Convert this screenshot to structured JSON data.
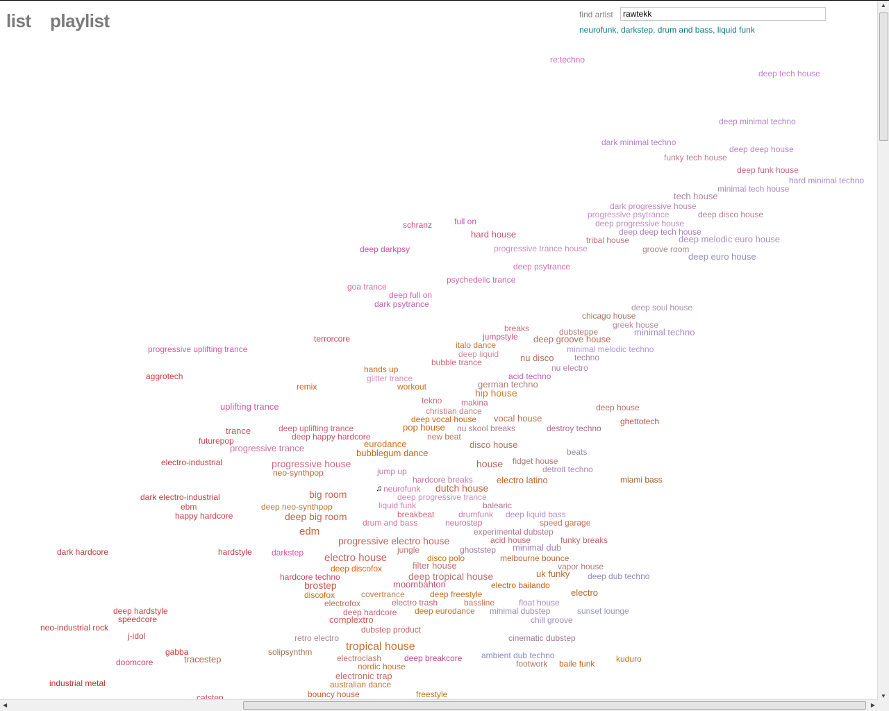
{
  "nav": {
    "list": "list",
    "playlist": "playlist"
  },
  "search": {
    "label": "find artist",
    "value": "rawtekk"
  },
  "artist_genres": "neurofunk, darkstep, drum and bass, liquid funk",
  "genres": [
    {
      "name": "re:techno",
      "color": "#d060c0"
    },
    {
      "name": "deep tech house",
      "color": "#c080d0"
    },
    {
      "name": "deep minimal techno",
      "color": "#b080c8"
    },
    {
      "name": "dark minimal techno",
      "color": "#b080c0"
    },
    {
      "name": "deep deep house",
      "color": "#b888c0"
    },
    {
      "name": "funky tech house",
      "color": "#c07890"
    },
    {
      "name": "deep funk house",
      "color": "#c06888"
    },
    {
      "name": "hard minimal techno",
      "color": "#a888c8"
    },
    {
      "name": "minimal tech house",
      "color": "#a888c0"
    },
    {
      "name": "tech house",
      "color": "#b080a8"
    },
    {
      "name": "dark progressive house",
      "color": "#c088b8"
    },
    {
      "name": "progressive psytrance",
      "color": "#c890c8"
    },
    {
      "name": "deep disco house",
      "color": "#b08090"
    },
    {
      "name": "deep progressive house",
      "color": "#b888c0"
    },
    {
      "name": "deep deep tech house",
      "color": "#b080c0"
    },
    {
      "name": "tribal house",
      "color": "#c07078"
    },
    {
      "name": "deep melodic euro house",
      "color": "#a890c0"
    },
    {
      "name": "groove room",
      "color": "#a08888"
    },
    {
      "name": "deep euro house",
      "color": "#9890b8"
    },
    {
      "name": "schranz",
      "color": "#d04878"
    },
    {
      "name": "full on",
      "color": "#d050b0"
    },
    {
      "name": "hard house",
      "color": "#c85070"
    },
    {
      "name": "deep darkpsy",
      "color": "#d050a0"
    },
    {
      "name": "progressive trance house",
      "color": "#c890b8"
    },
    {
      "name": "deep psytrance",
      "color": "#d070b0"
    },
    {
      "name": "psychedelic trance",
      "color": "#d060b0"
    },
    {
      "name": "goa trance",
      "color": "#e060a0"
    },
    {
      "name": "deep full on",
      "color": "#e060b0"
    },
    {
      "name": "dark psytrance",
      "color": "#c060b8"
    },
    {
      "name": "deep soul house",
      "color": "#b090a8"
    },
    {
      "name": "chicago house",
      "color": "#a87868"
    },
    {
      "name": "greek house",
      "color": "#b888a8"
    },
    {
      "name": "minimal techno",
      "color": "#a088c8"
    },
    {
      "name": "breaks",
      "color": "#c86a78"
    },
    {
      "name": "dubsteppe",
      "color": "#b07870"
    },
    {
      "name": "jumpstyle",
      "color": "#c85088"
    },
    {
      "name": "deep groove house",
      "color": "#c06858"
    },
    {
      "name": "italo dance",
      "color": "#c87030"
    },
    {
      "name": "deep liquid",
      "color": "#d09098"
    },
    {
      "name": "minimal melodic techno",
      "color": "#a898d8"
    },
    {
      "name": "nu disco",
      "color": "#b07060"
    },
    {
      "name": "techno",
      "color": "#a880b0"
    },
    {
      "name": "bubble trance",
      "color": "#d06070"
    },
    {
      "name": "nu electro",
      "color": "#b080a8"
    },
    {
      "name": "progressive uplifting trance",
      "color": "#d858a0"
    },
    {
      "name": "terrorcore",
      "color": "#d04860"
    },
    {
      "name": "hands up",
      "color": "#d06820"
    },
    {
      "name": "glitter trance",
      "color": "#d090c0"
    },
    {
      "name": "acid techno",
      "color": "#c060c0"
    },
    {
      "name": "remix",
      "color": "#d06020"
    },
    {
      "name": "workout",
      "color": "#c87020"
    },
    {
      "name": "german techno",
      "color": "#b07878"
    },
    {
      "name": "aggrotech",
      "color": "#d04040"
    },
    {
      "name": "hip house",
      "color": "#c87830"
    },
    {
      "name": "tekno",
      "color": "#d06878"
    },
    {
      "name": "makina",
      "color": "#d06080"
    },
    {
      "name": "christian dance",
      "color": "#c87878"
    },
    {
      "name": "uplifting trance",
      "color": "#d858a0"
    },
    {
      "name": "deep house",
      "color": "#b07068"
    },
    {
      "name": "ghettotech",
      "color": "#c05040"
    },
    {
      "name": "trance",
      "color": "#d05060"
    },
    {
      "name": "deep uplifting trance",
      "color": "#d06070"
    },
    {
      "name": "deep vocal house",
      "color": "#c86020"
    },
    {
      "name": "vocal house",
      "color": "#b87050"
    },
    {
      "name": "pop house",
      "color": "#d06010"
    },
    {
      "name": "nu skool breaks",
      "color": "#b07888"
    },
    {
      "name": "destroy techno",
      "color": "#b06888"
    },
    {
      "name": "deep happy hardcore",
      "color": "#c85068"
    },
    {
      "name": "new beat",
      "color": "#c07060"
    },
    {
      "name": "futurepop",
      "color": "#d04050"
    },
    {
      "name": "eurodance",
      "color": "#d07020"
    },
    {
      "name": "progressive trance",
      "color": "#d070a0"
    },
    {
      "name": "disco house",
      "color": "#b07060"
    },
    {
      "name": "bubblegum dance",
      "color": "#d06010"
    },
    {
      "name": "beats",
      "color": "#9090b0"
    },
    {
      "name": "electro-industrial",
      "color": "#c04040"
    },
    {
      "name": "progressive house",
      "color": "#d06880"
    },
    {
      "name": "house",
      "color": "#b06050"
    },
    {
      "name": "fidget house",
      "color": "#b07878"
    },
    {
      "name": "neo-synthpop",
      "color": "#c06040"
    },
    {
      "name": "detroit techno",
      "color": "#a888b8"
    },
    {
      "name": "jump up",
      "color": "#d070a0"
    },
    {
      "name": "hardcore breaks",
      "color": "#c87098"
    },
    {
      "name": "electro latino",
      "color": "#c86020"
    },
    {
      "name": "miami bass",
      "color": "#a06020"
    },
    {
      "name": "neurofunk",
      "color": "#d070a0"
    },
    {
      "name": "dutch house",
      "color": "#c86040"
    },
    {
      "name": "deep progressive trance",
      "color": "#c890b8"
    },
    {
      "name": "dark electro-industrial",
      "color": "#c04040"
    },
    {
      "name": "big room",
      "color": "#c86050"
    },
    {
      "name": "ebm",
      "color": "#c04848"
    },
    {
      "name": "liquid funk",
      "color": "#d080b0"
    },
    {
      "name": "balearic",
      "color": "#b07890"
    },
    {
      "name": "deep neo-synthpop",
      "color": "#c07030"
    },
    {
      "name": "happy hardcore",
      "color": "#d04040"
    },
    {
      "name": "breakbeat",
      "color": "#c86070"
    },
    {
      "name": "drumfunk",
      "color": "#c080b0"
    },
    {
      "name": "deep liquid bass",
      "color": "#b090c8"
    },
    {
      "name": "deep big room",
      "color": "#c86050"
    },
    {
      "name": "drum and bass",
      "color": "#d07090"
    },
    {
      "name": "neurostep",
      "color": "#c070a0"
    },
    {
      "name": "speed garage",
      "color": "#c07050"
    },
    {
      "name": "edm",
      "color": "#c86030"
    },
    {
      "name": "experimental dubstep",
      "color": "#b07890"
    },
    {
      "name": "progressive electro house",
      "color": "#c86060"
    },
    {
      "name": "acid house",
      "color": "#c06870"
    },
    {
      "name": "funky breaks",
      "color": "#c06868"
    },
    {
      "name": "jungle",
      "color": "#c07070"
    },
    {
      "name": "ghoststep",
      "color": "#a07898"
    },
    {
      "name": "minimal dub",
      "color": "#a080c8"
    },
    {
      "name": "dark hardcore",
      "color": "#c03838"
    },
    {
      "name": "hardstyle",
      "color": "#c83840"
    },
    {
      "name": "darkstep",
      "color": "#e050a0"
    },
    {
      "name": "melbourne bounce",
      "color": "#c06838"
    },
    {
      "name": "disco polo",
      "color": "#c87010"
    },
    {
      "name": "electro house",
      "color": "#c86060"
    },
    {
      "name": "vapor house",
      "color": "#b07878"
    },
    {
      "name": "deep discofox",
      "color": "#e06010"
    },
    {
      "name": "filter house",
      "color": "#c07070"
    },
    {
      "name": "hardcore techno",
      "color": "#d84060"
    },
    {
      "name": "deep tropical house",
      "color": "#c07070"
    },
    {
      "name": "uk funky",
      "color": "#b86830"
    },
    {
      "name": "deep dub techno",
      "color": "#9088c0"
    },
    {
      "name": "brostep",
      "color": "#c06050"
    },
    {
      "name": "moombahton",
      "color": "#c85070"
    },
    {
      "name": "electro bailando",
      "color": "#c86010"
    },
    {
      "name": "discofox",
      "color": "#e06010"
    },
    {
      "name": "covertrance",
      "color": "#c08050"
    },
    {
      "name": "deep freestyle",
      "color": "#c87020"
    },
    {
      "name": "electro",
      "color": "#b06830"
    },
    {
      "name": "electrofox",
      "color": "#c07060"
    },
    {
      "name": "electro trash",
      "color": "#c06070"
    },
    {
      "name": "bassline",
      "color": "#c07050"
    },
    {
      "name": "float house",
      "color": "#a888b8"
    },
    {
      "name": "deep hardstyle",
      "color": "#d04040"
    },
    {
      "name": "deep hardcore",
      "color": "#c86070"
    },
    {
      "name": "deep eurodance",
      "color": "#c87020"
    },
    {
      "name": "minimal dubstep",
      "color": "#9888b0"
    },
    {
      "name": "sunset lounge",
      "color": "#9898c0"
    },
    {
      "name": "speedcore",
      "color": "#c83848"
    },
    {
      "name": "complextro",
      "color": "#c86050"
    },
    {
      "name": "chill groove",
      "color": "#9888c0"
    },
    {
      "name": "neo-industrial rock",
      "color": "#c03838"
    },
    {
      "name": "dubstep product",
      "color": "#c06060"
    },
    {
      "name": "j-idol",
      "color": "#c04050"
    },
    {
      "name": "retro electro",
      "color": "#a08888"
    },
    {
      "name": "cinematic dubstep",
      "color": "#a07890"
    },
    {
      "name": "gabba",
      "color": "#c03830"
    },
    {
      "name": "solipsynthm",
      "color": "#a07050"
    },
    {
      "name": "tropical house",
      "color": "#c87030"
    },
    {
      "name": "ambient dub techno",
      "color": "#8888c8"
    },
    {
      "name": "doomcore",
      "color": "#d04070"
    },
    {
      "name": "tracestep",
      "color": "#c06040"
    },
    {
      "name": "electroclash",
      "color": "#c87060"
    },
    {
      "name": "deep breakcore",
      "color": "#c04890"
    },
    {
      "name": "footwork",
      "color": "#b07060"
    },
    {
      "name": "baile funk",
      "color": "#c86010"
    },
    {
      "name": "kuduro",
      "color": "#c87020"
    },
    {
      "name": "nordic house",
      "color": "#c87030"
    },
    {
      "name": "electronic trap",
      "color": "#c07060"
    },
    {
      "name": "industrial metal",
      "color": "#c03030"
    },
    {
      "name": "australian dance",
      "color": "#c87030"
    },
    {
      "name": "catstep",
      "color": "#c04050"
    },
    {
      "name": "bouncy house",
      "color": "#c86030"
    },
    {
      "name": "freestyle",
      "color": "#c87010"
    }
  ],
  "playing_genre": "neurofunk"
}
